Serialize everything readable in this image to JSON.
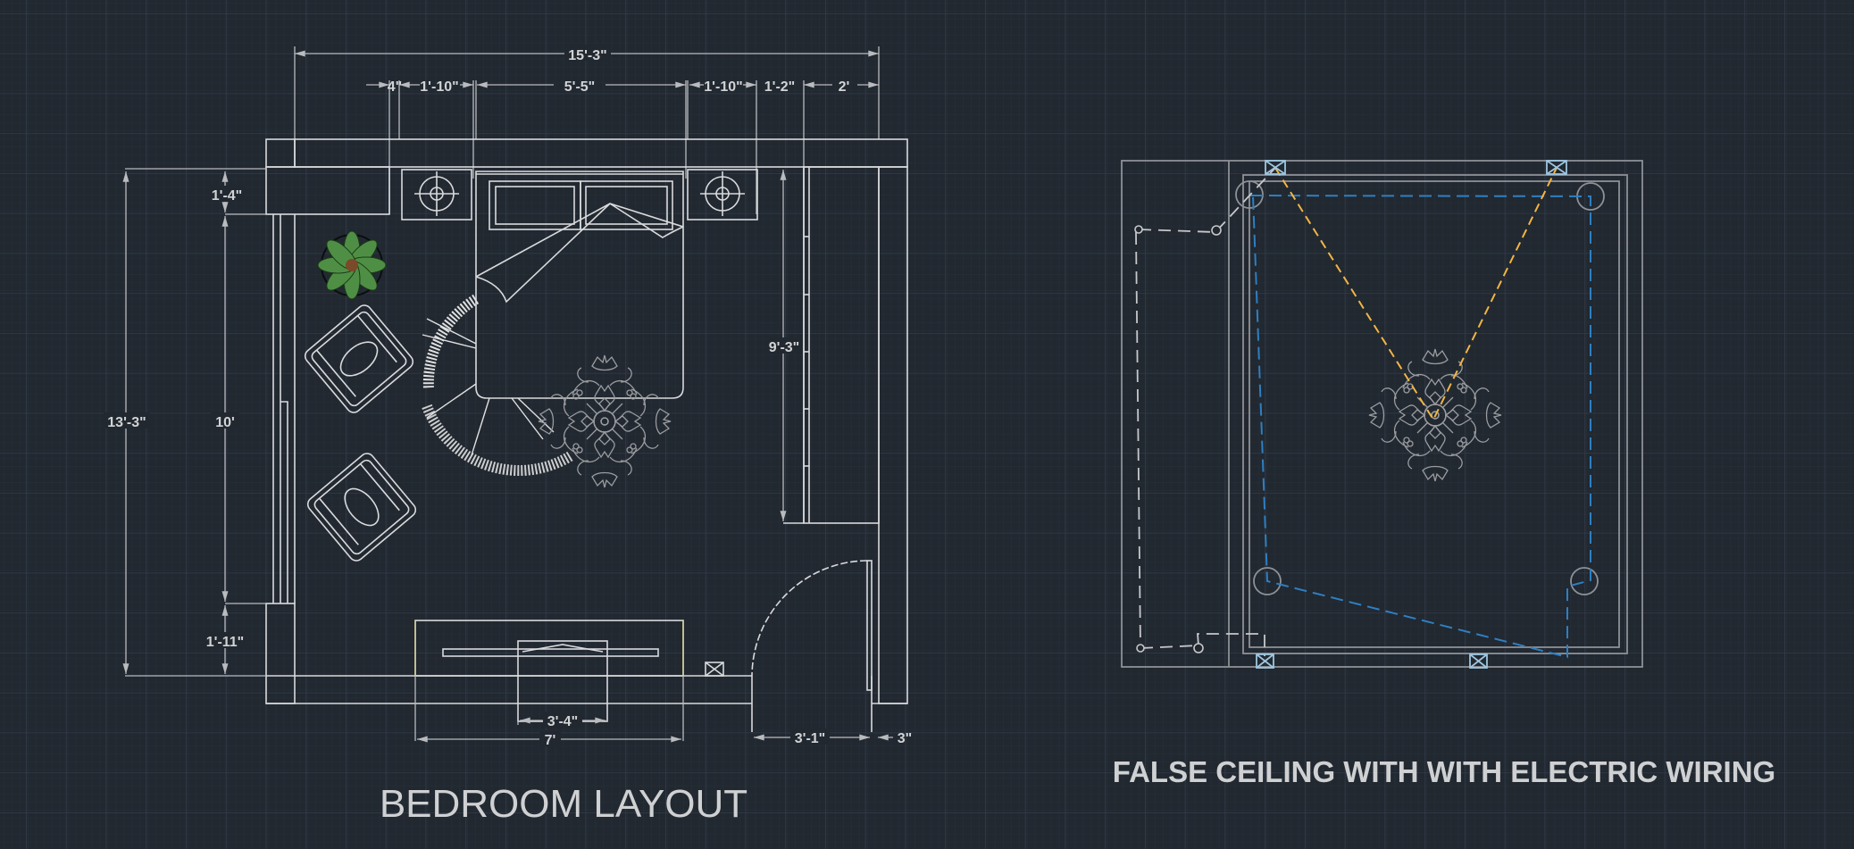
{
  "colors": {
    "background": "#212830",
    "grid_minor": "#262e38",
    "grid_major": "#343c4b",
    "linework": "#d9dadc",
    "dimension_text": "#d2d3d5",
    "wiring_blue": "#2f7fc1",
    "wiring_yellow": "#f2b544",
    "switch_box": "#9fc6df",
    "plant_green": "#4f8f45"
  },
  "bedroom_layout": {
    "title": "BEDROOM LAYOUT",
    "dimensions": {
      "overall_width": "15'-3\"",
      "top_segments": [
        "4\"",
        "1'-10\"",
        "5'-5\"",
        "1'-10\"",
        "1'-2\"",
        "2'"
      ],
      "overall_height": "13'-3\"",
      "left_segments": [
        "1'-4\"",
        "10'",
        "1'-11\""
      ],
      "wardrobe_height": "9'-3\"",
      "tv_unit_width": "7'",
      "tv_width": "3'-4\"",
      "door_width": "3'-1\"",
      "wall_thickness": "3\""
    },
    "furniture": [
      "double-bed",
      "bedside-table-left",
      "bedside-table-right",
      "armchair-upper",
      "armchair-lower",
      "potted-plant",
      "round-rug",
      "ornamental-rug",
      "wardrobe",
      "tv-unit",
      "door"
    ]
  },
  "false_ceiling": {
    "title": "FALSE CEILING WITH WITH ELECTRIC WIRING",
    "elements": [
      "ceiling-outline",
      "cove-light-left-top",
      "cove-light-right-top",
      "cove-light-left-bottom",
      "cove-light-right-bottom",
      "junction-box-top-left",
      "junction-box-top-right",
      "junction-box-bottom-left",
      "junction-box-bottom-right",
      "ceiling-medallion",
      "switch-left-top",
      "switch-left-bottom"
    ]
  }
}
